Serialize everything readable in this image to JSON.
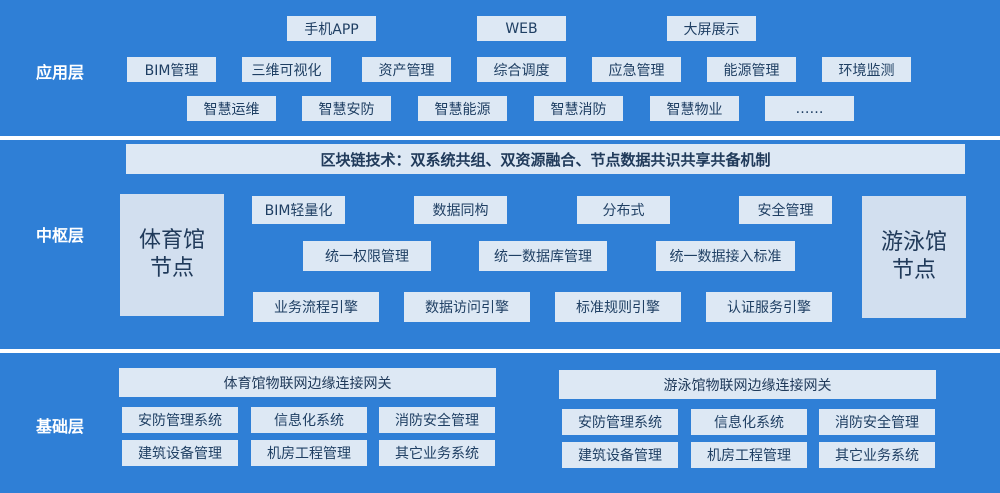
{
  "layers": {
    "app": {
      "label": "应用层",
      "row1": [
        "手机APP",
        "WEB",
        "大屏展示"
      ],
      "row2": [
        "BIM管理",
        "三维可视化",
        "资产管理",
        "综合调度",
        "应急管理",
        "能源管理",
        "环境监测"
      ],
      "row3": [
        "智慧运维",
        "智慧安防",
        "智慧能源",
        "智慧消防",
        "智慧物业",
        "……"
      ]
    },
    "hub": {
      "label": "中枢层",
      "header": "区块链技术：双系统共组、双资源融合、节点数据共识共享共备机制",
      "left_node": [
        "体育馆",
        "节点"
      ],
      "right_node": [
        "游泳馆",
        "节点"
      ],
      "row1": [
        "BIM轻量化",
        "数据同构",
        "分布式",
        "安全管理"
      ],
      "row2": [
        "统一权限管理",
        "统一数据库管理",
        "统一数据接入标准"
      ],
      "row3": [
        "业务流程引擎",
        "数据访问引擎",
        "标准规则引擎",
        "认证服务引擎"
      ]
    },
    "base": {
      "label": "基础层",
      "left_gateway": "体育馆物联网边缘连接网关",
      "right_gateway": "游泳馆物联网边缘连接网关",
      "left_systems": [
        "安防管理系统",
        "信息化系统",
        "消防安全管理",
        "建筑设备管理",
        "机房工程管理",
        "其它业务系统"
      ],
      "right_systems": [
        "安防管理系统",
        "信息化系统",
        "消防安全管理",
        "建筑设备管理",
        "机房工程管理",
        "其它业务系统"
      ]
    }
  },
  "colors": {
    "band": "#2f7fd6",
    "box": "#dde8f4",
    "node": "#d2dfef",
    "text": "#1f3f63",
    "label": "#ffffff"
  }
}
